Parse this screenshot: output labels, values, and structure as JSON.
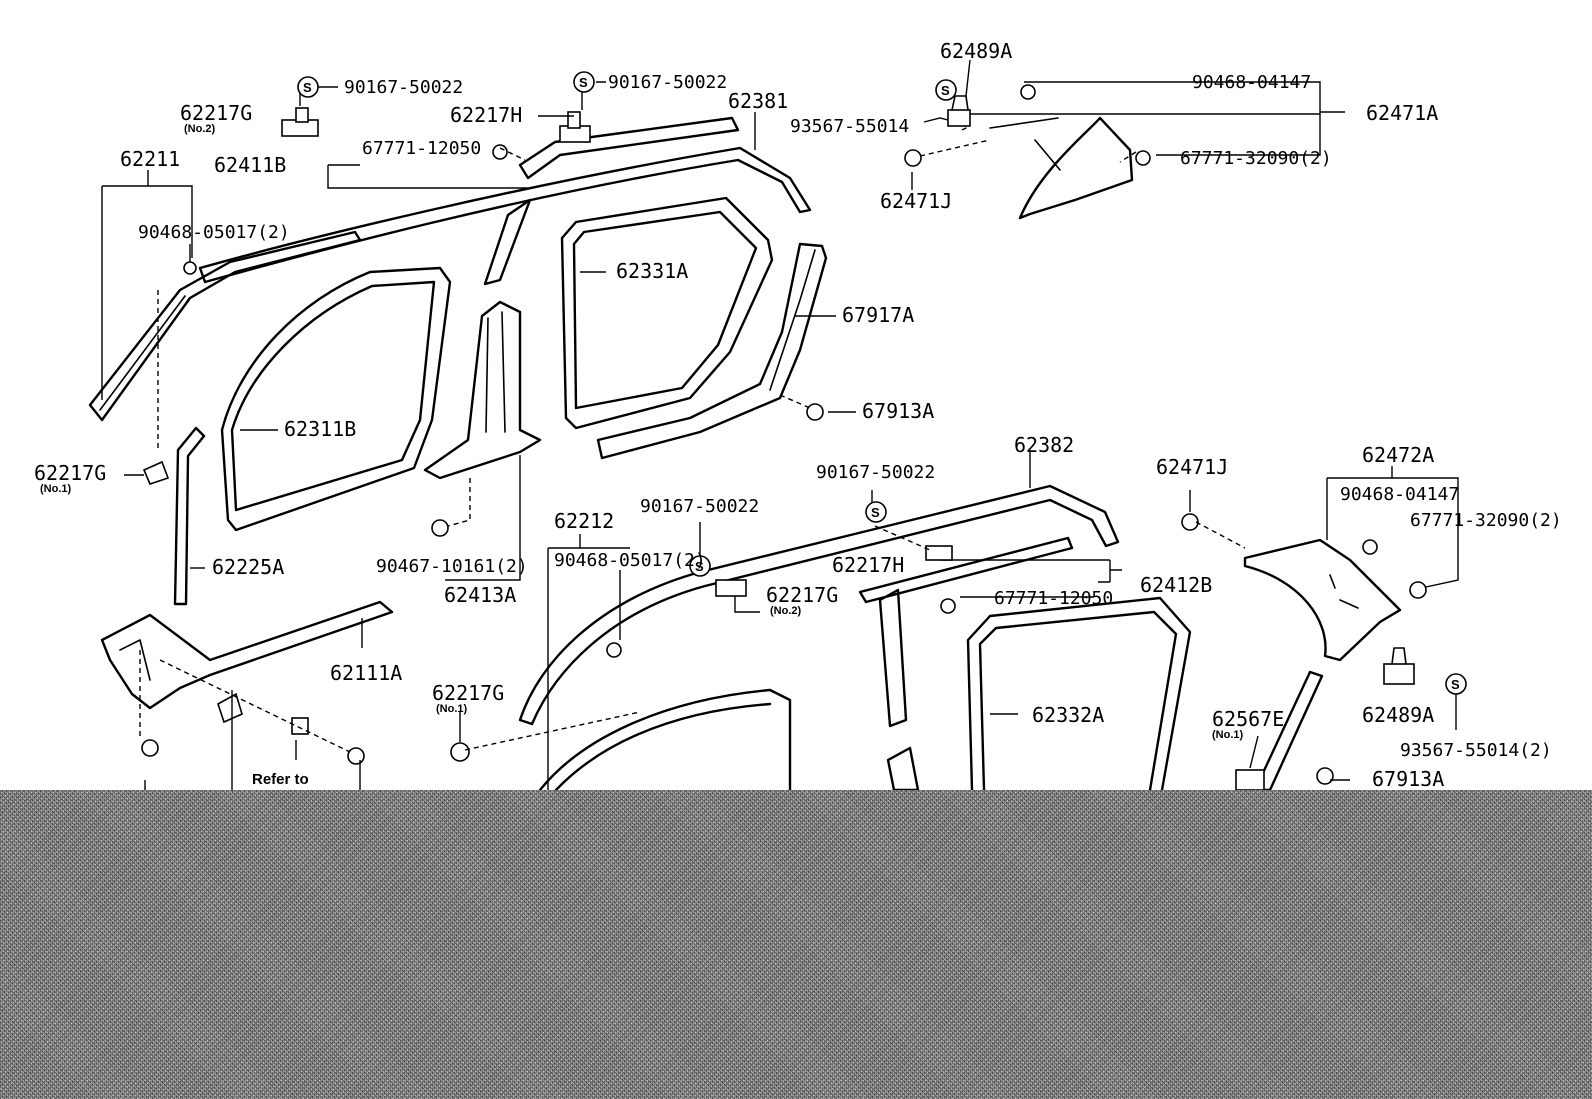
{
  "labels": {
    "l_62489A_top": "62489A",
    "l_62217G_no2_top": "62217G",
    "l_no2_a": "(No.2)",
    "l_90167_a": "90167-50022",
    "l_90167_b": "90167-50022",
    "l_62217H_top": "62217H",
    "l_62381": "62381",
    "l_93567_top": "93567-55014",
    "l_90468_04147_top": "90468-04147",
    "l_62471A": "62471A",
    "l_62211": "62211",
    "l_62411B": "62411B",
    "l_67771_12050_top": "67771-12050",
    "l_67771_32090_top": "67771-32090(2)",
    "l_62471J_top": "62471J",
    "l_90468_05017_top": "90468-05017(2)",
    "l_62331A": "62331A",
    "l_67917A": "67917A",
    "l_67913A_top": "67913A",
    "l_62311B": "62311B",
    "l_62217G_no1_left": "62217G",
    "l_no1_a": "(No.1)",
    "l_62382": "62382",
    "l_62471J_right": "62471J",
    "l_62472A": "62472A",
    "l_90167_c": "90167-50022",
    "l_90468_04147_right": "90468-04147",
    "l_67771_32090_right": "67771-32090(2)",
    "l_62212": "62212",
    "l_90167_d": "90167-50022",
    "l_62225A": "62225A",
    "l_90467": "90467-10161(2)",
    "l_90468_05017_mid": "90468-05017(2)",
    "l_62217H_mid": "62217H",
    "l_62412B": "62412B",
    "l_62413A": "62413A",
    "l_62217G_no2_mid": "62217G",
    "l_no2_b": "(No.2)",
    "l_67771_12050_mid": "67771-12050",
    "l_62111A": "62111A",
    "l_62217G_no1_mid": "62217G",
    "l_no1_b": "(No.1)",
    "l_62332A": "62332A",
    "l_62567E": "62567E",
    "l_no1_c": "(No.1)",
    "l_62489A_right": "62489A",
    "l_93567_right": "93567-55014(2)",
    "l_67913A_right": "67913A",
    "l_refer": "Refer to"
  },
  "callouts": {
    "s": "S"
  }
}
